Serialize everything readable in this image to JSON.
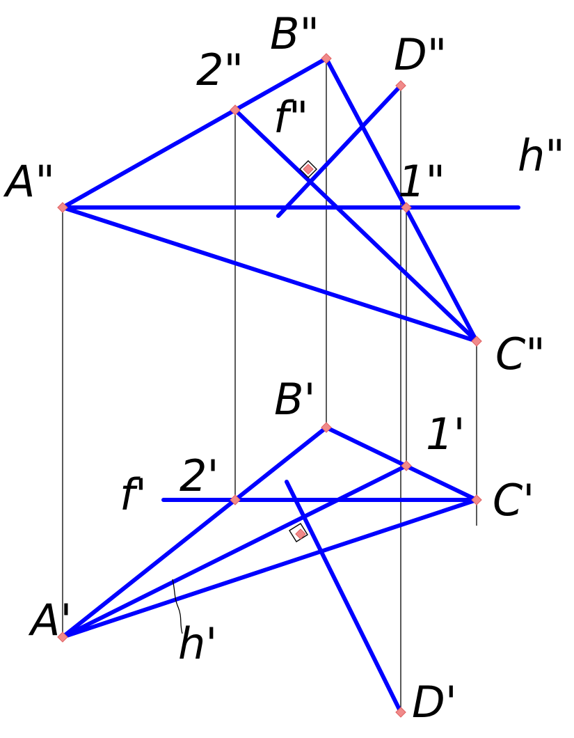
{
  "labels": {
    "B2": "B\"",
    "D2": "D\"",
    "two2": "2\"",
    "f2": "f\"",
    "A2": "A\"",
    "one2": "1\"",
    "h2": "h\"",
    "C2": "C\"",
    "B1": "B'",
    "one1": "1'",
    "f1": "f'",
    "two1": "2'",
    "C1": "C'",
    "A1": "A'",
    "h1": "h'",
    "D1": "D'"
  },
  "colors": {
    "line": "#0000ff",
    "construction": "#000000",
    "point": "#f08a8a"
  }
}
